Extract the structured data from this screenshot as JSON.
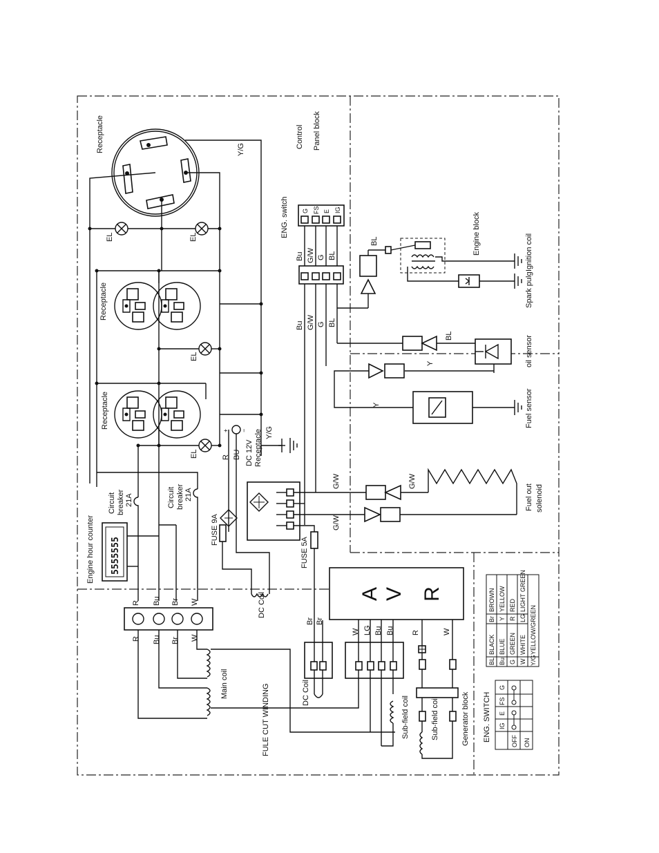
{
  "labels": {
    "receptacle_top": "Receptacle",
    "receptacle_mid": "Receptacle",
    "receptacle_low": "Receptacle",
    "el": "EL",
    "yg": "Y/G",
    "control_panel_1": "Control",
    "control_panel_2": "Panel block",
    "eng_switch": "ENG. switch",
    "engine_block": "Engine block",
    "ignition_coil": "Ignition coil",
    "spark_plug": "Spark pulg",
    "oil_sensor": "oil sensor",
    "fuel_sensor": "Fuel sensor",
    "fuel_solenoid_1": "Fuel out",
    "fuel_solenoid_2": "solenoid",
    "dc12v_1": "DC 12V",
    "dc12v_2": "Receptacle",
    "dc_coil": "DC Coil",
    "fuse9a": "FUSE 9A",
    "fuse5a": "FUSE 5A",
    "circuit_breaker_1": "Circuit",
    "circuit_breaker_2": "breaker",
    "circuit_breaker_3": "21A",
    "hour_counter": "Engine hour counter",
    "hour_digits": "5555555",
    "main_coil": "Main coil",
    "fuel_cut_winding": "FULE CUT WINDING",
    "subfield_coil": "Sub-field coil",
    "generator_block": "Generator block",
    "eng_switch_table_title": "ENG. SWITCH",
    "avr_a": "A",
    "avr_v": "V",
    "avr_r": "R",
    "plus": "+",
    "minus": "−"
  },
  "wire_codes": {
    "bu": "Bu",
    "gw": "G/W",
    "g": "G",
    "bl": "BL",
    "y": "Y",
    "r": "R",
    "br": "Br",
    "w": "W",
    "lg": "LG",
    "bu2": "BU"
  },
  "switch_pins": [
    "G",
    "FS",
    "E",
    "IG"
  ],
  "color_legend": [
    {
      "code": "BL",
      "name": "BLACK",
      "code2": "Br",
      "name2": "BROWN"
    },
    {
      "code": "Bu",
      "name": "BLUE",
      "code2": "Y",
      "name2": "YELLOW"
    },
    {
      "code": "G",
      "name": "GREEN",
      "code2": "R",
      "name2": "RED"
    },
    {
      "code": "W",
      "name": "WHITE",
      "code2": "LG",
      "name2": "LIGHT GREEN"
    },
    {
      "code": "Y/G",
      "name": "YELLOW/GREEN",
      "code2": "",
      "name2": ""
    }
  ],
  "switch_table": {
    "headers": [
      "IG",
      "E",
      "FS",
      "G"
    ],
    "rows": [
      "OFF",
      "ON"
    ]
  }
}
